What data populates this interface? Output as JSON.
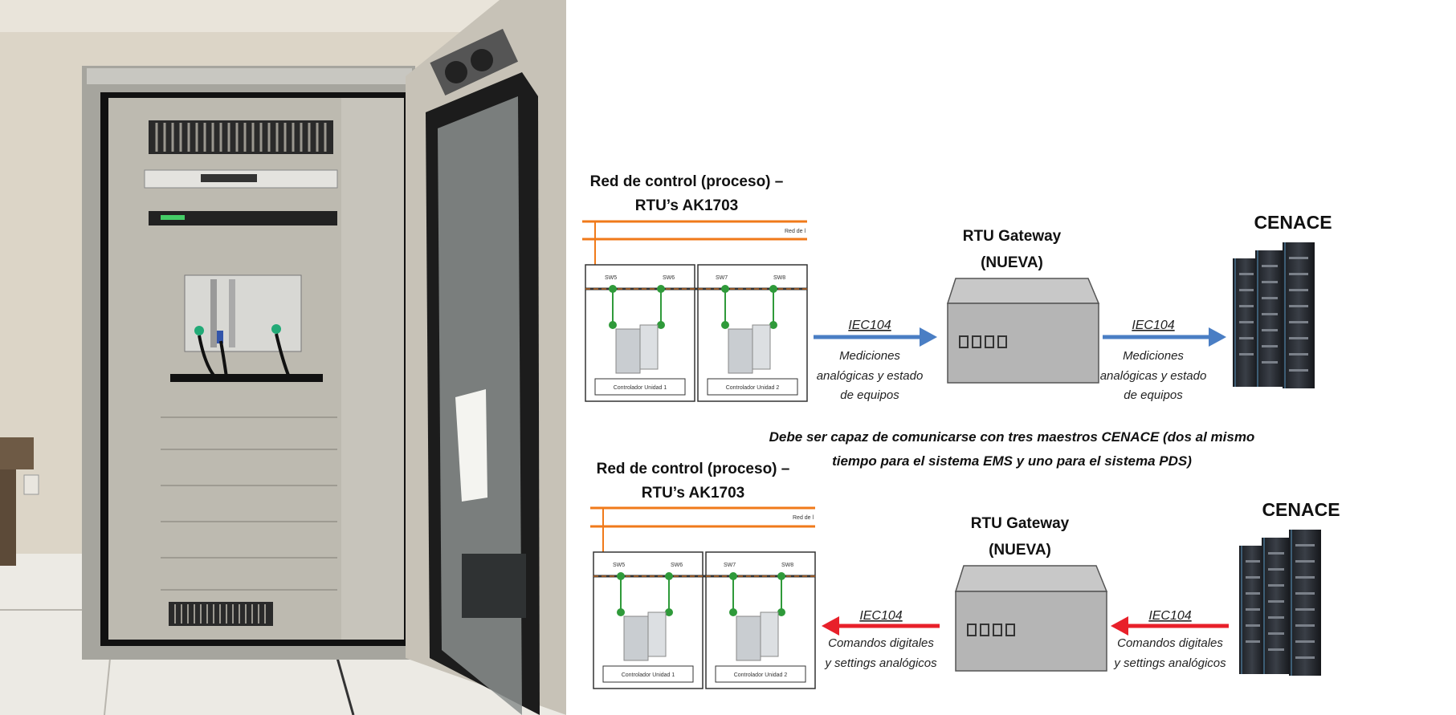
{
  "top": {
    "network_title_line1": "Red de control (proceso) –",
    "network_title_line2": "RTU’s AK1703",
    "gateway_line1": "RTU Gateway",
    "gateway_line2": "(NUEVA)",
    "cenace": "CENACE",
    "arrow_left_protocol": "IEC104",
    "arrow_left_desc": [
      "Mediciones",
      "analógicas y estado",
      "de equipos"
    ],
    "arrow_right_protocol": "IEC104",
    "arrow_right_desc": [
      "Mediciones",
      "analógicas y estado",
      "de equipos"
    ],
    "red_label": "Red de l",
    "switches": [
      "SW5",
      "SW6",
      "SW7",
      "SW8"
    ],
    "controllers": [
      "Controlador Unidad 1",
      "Controlador Unidad 2"
    ]
  },
  "note": {
    "line1": "Debe ser capaz de comunicarse con tres maestros  CENACE (dos al mismo",
    "line2": "tiempo para el sistema EMS y uno para el sistema PDS)"
  },
  "bottom": {
    "network_title_line1": "Red de control (proceso) –",
    "network_title_line2": "RTU’s AK1703",
    "gateway_line1": "RTU Gateway",
    "gateway_line2": "(NUEVA)",
    "cenace": "CENACE",
    "arrow_left_protocol": "IEC104",
    "arrow_left_desc": [
      "Comandos digitales",
      "y settings analógicos"
    ],
    "arrow_right_protocol": "IEC104",
    "arrow_right_desc": [
      "Comandos digitales",
      "y settings analógicos"
    ],
    "red_label": "Red de l",
    "switches": [
      "SW5",
      "SW6",
      "SW7",
      "SW8"
    ],
    "controllers": [
      "Controlador Unidad 1",
      "Controlador Unidad 2"
    ]
  },
  "colors": {
    "blue_arrow": "#4a7ec4",
    "red_arrow": "#e8202a",
    "orange_line": "#f07a1a",
    "green_link": "#2f9a3a",
    "cabinet": "#bdbab0",
    "wall": "#ddd6c8"
  }
}
